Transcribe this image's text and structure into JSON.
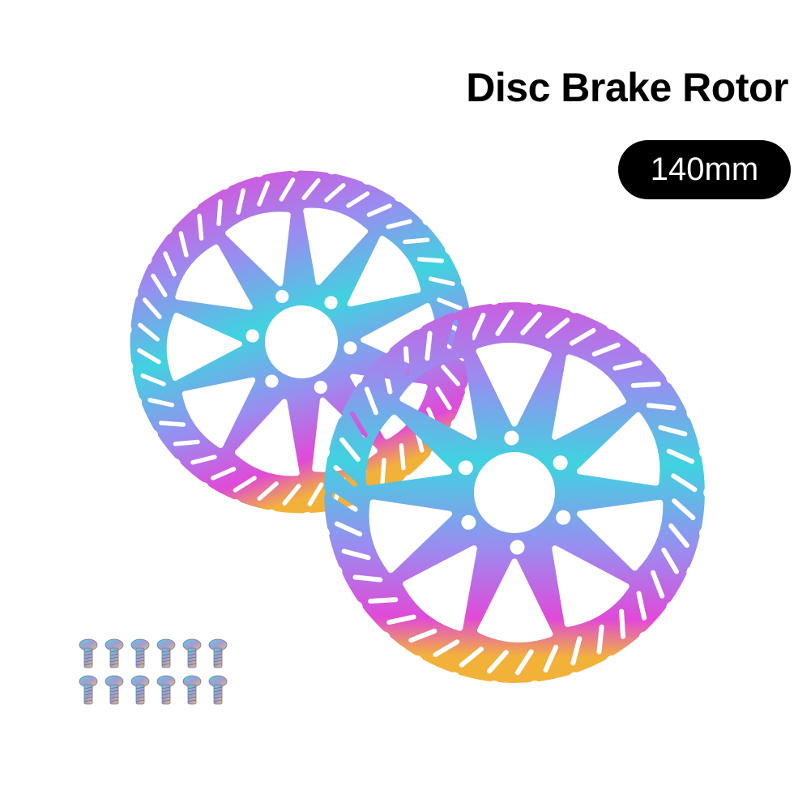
{
  "title": "Disc Brake Rotor",
  "size_badge": {
    "label": "140mm",
    "background": "#000000",
    "text_color": "#ffffff"
  },
  "product": {
    "rotor_count": 2,
    "bolt_count": 12,
    "finish_colors": [
      "#3fd3e0",
      "#9a8cf0",
      "#e04ad8",
      "#f2b23a"
    ]
  }
}
